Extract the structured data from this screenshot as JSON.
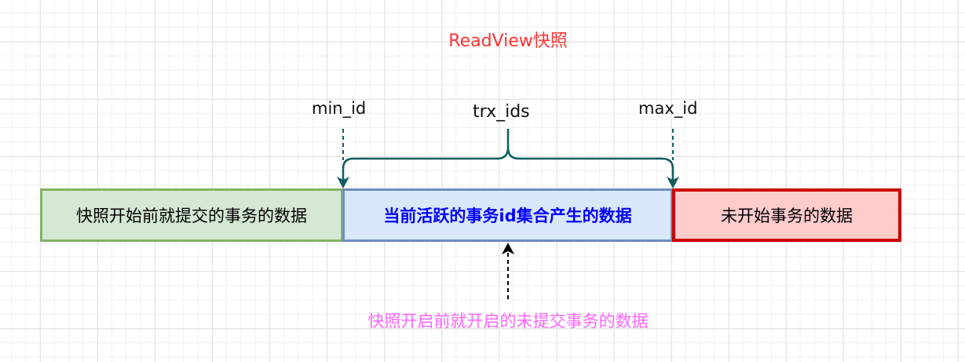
{
  "diagram": {
    "title": "ReadView快照",
    "markers": {
      "min_id": "min_id",
      "trx_ids": "trx_ids",
      "max_id": "max_id"
    },
    "segments": [
      {
        "label": "快照开始前就提交的事务的数据",
        "fill": "#d5e8d4",
        "stroke": "#82b366"
      },
      {
        "label": "当前活跃的事务id集合产生的数据",
        "fill": "#dae8fc",
        "stroke": "#6c8ebf",
        "text_color": "#0000ff"
      },
      {
        "label": "未开始事务的数据",
        "fill": "#ffcccc",
        "stroke": "#cc0000"
      }
    ],
    "annotation": "快照开启前就开启的未提交事务的数据",
    "colors": {
      "title": "#ff3333",
      "annotation": "#ff66ff",
      "connector": "#0e5d5f",
      "arrow": "#000000"
    }
  }
}
